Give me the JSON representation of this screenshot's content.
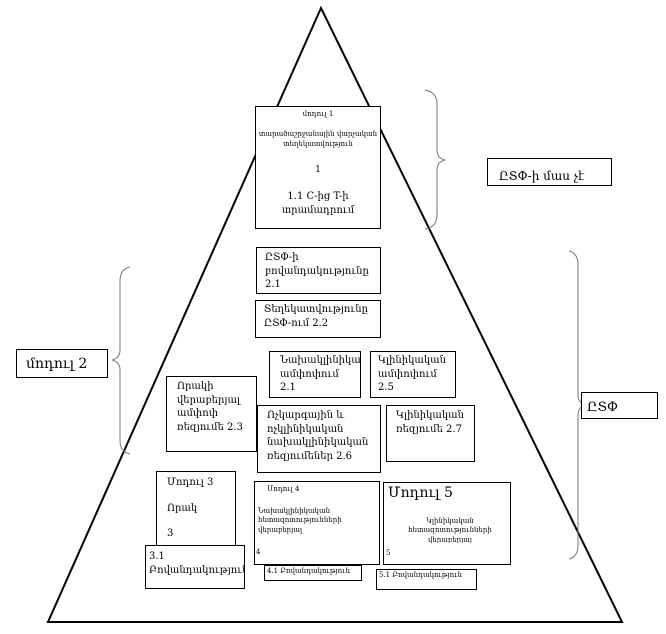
{
  "module1": {
    "title": "մոդուլ 1",
    "subtitle": "տարածաշրջանային վարչական տեղեկատվություն",
    "number": "1",
    "section": "1.1 C-ից T-ի տրամադրում"
  },
  "label_not_part": "ԸՏՓ-ի մաս չէ",
  "label_csf": "ԸՏՓ",
  "label_module2": "մոդուլ 2",
  "box_2_1": "ԸՏՓ-ի բովանդակությունը 2.1",
  "box_2_2": "Տեղեկատվությունը ԸՏՓ-ում 2.2",
  "box_2_1b": "Նախակլինիկական ամփոփում 2.1",
  "box_2_5": "Կլինիկական ամփոփում 2.5",
  "box_2_3": "Որակի վերաբերյալ ամփոփ ռեզյումե 2.3",
  "box_2_6": "Ոչկարգային և ոչկլինիկական նախակլինիկական ռեզյումեներ 2.6",
  "box_2_7": "Կլինիկական ռեզյումե 2.7",
  "module3": {
    "title": "Մոդուլ 3",
    "subtitle": "Որակ",
    "number": "3",
    "section": "3.1 Բովանդակություն"
  },
  "module4": {
    "title": "Մոդուլ 4",
    "subtitle": "Նախակլինիկական հետազոտությունների վերաբերյալ հաշվետվությունները",
    "number": "4",
    "section": "4.1 Բովանդակություն"
  },
  "module5": {
    "title": "Մոդուլ 5",
    "subtitle": "Կլինիկական հետազոտությունների վերաբերյալ հաշվետվությունները",
    "number": "5",
    "section": "5.1 Բովանդակություն"
  }
}
